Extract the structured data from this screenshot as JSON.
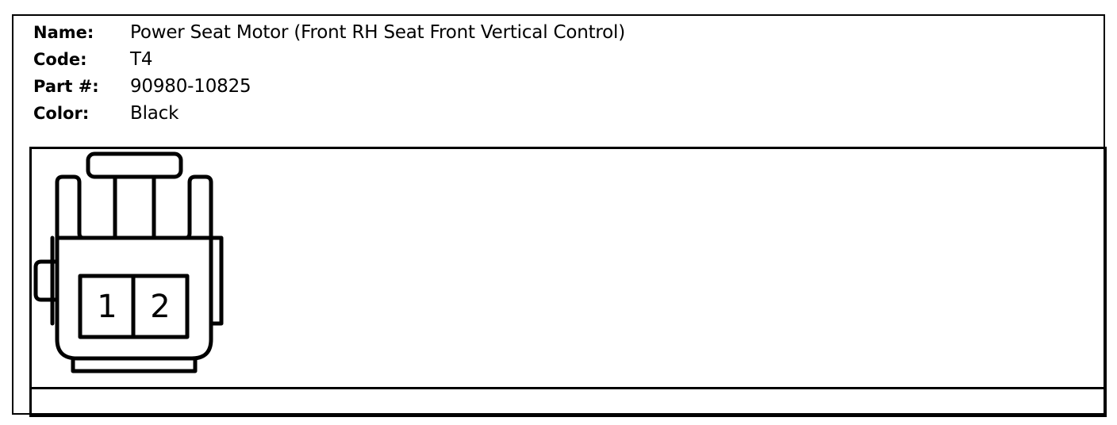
{
  "connector": {
    "name_label": "Name:",
    "name_value": "Power Seat Motor (Front RH Seat Front Vertical Control)",
    "code_label": "Code:",
    "code_value": "T4",
    "part_label": "Part #:",
    "part_value": "90980-10825",
    "color_label": "Color:",
    "color_value": "Black"
  },
  "pins": [
    "1",
    "2"
  ]
}
